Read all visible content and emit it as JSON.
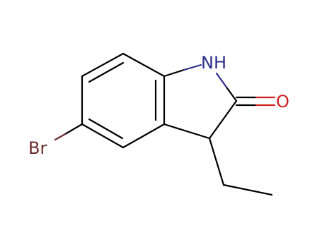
{
  "molecule": {
    "atoms": {
      "bromine": "Br",
      "nitrogen_h": "NH",
      "oxygen": "O"
    },
    "colors": {
      "bond": "#000000",
      "bromine": "#6b2c2c",
      "nitrogen": "#2d2d8c",
      "oxygen": "#d21f1f"
    }
  }
}
